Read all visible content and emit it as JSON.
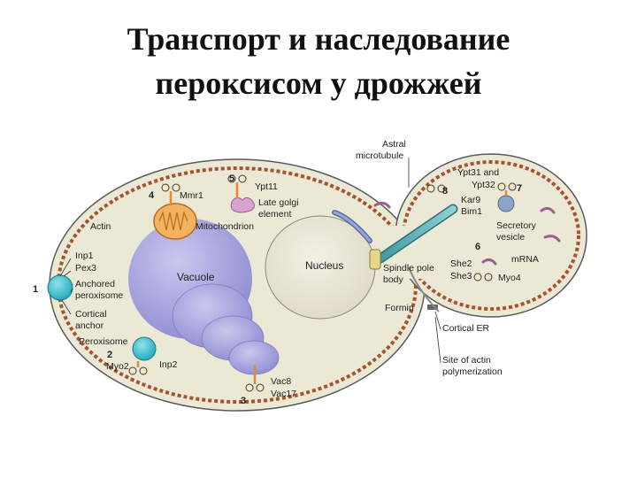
{
  "title": {
    "line1": "Транспорт и наследование",
    "line2": "пероксисом у дрожжей"
  },
  "diagram": {
    "labels": {
      "astral_microtubule_1": "Astral",
      "astral_microtubule_2": "microtubule",
      "ypt31": "Ypt31 and",
      "ypt32": "Ypt32",
      "kar9": "Kar9",
      "bim1": "Bim1",
      "secretory_1": "Secretory",
      "secretory_2": "vesicle",
      "mmr1": "Mmr1",
      "ypt11": "Ypt11",
      "late_golgi_1": "Late golgi",
      "late_golgi_2": "element",
      "actin": "Actin",
      "mitochondrion": "Mitochondrion",
      "inp1": "Inp1",
      "pex3": "Pex3",
      "anchored_1": "Anchored",
      "anchored_2": "peroxisome",
      "cortical_anchor_1": "Cortical",
      "cortical_anchor_2": "anchor",
      "vacuole": "Vacuole",
      "nucleus": "Nucleus",
      "spindle_1": "Spindle pole",
      "spindle_2": "body",
      "she2": "She2",
      "she3": "She3",
      "mrna": "mRNA",
      "myo4": "Myo4",
      "formin": "Formin",
      "cortical_er": "Cortical ER",
      "actin_site_1": "Site of actin",
      "actin_site_2": "polymerization",
      "peroxisome": "Peroxisome",
      "myo2": "Myo2",
      "inp2": "Inp2",
      "vac8": "Vac8",
      "vac17": "Vac17"
    },
    "numbers": {
      "n1": "1",
      "n2": "2",
      "n3": "3",
      "n4": "4",
      "n5": "5",
      "n6": "6",
      "n7": "7",
      "n8": "8"
    }
  }
}
